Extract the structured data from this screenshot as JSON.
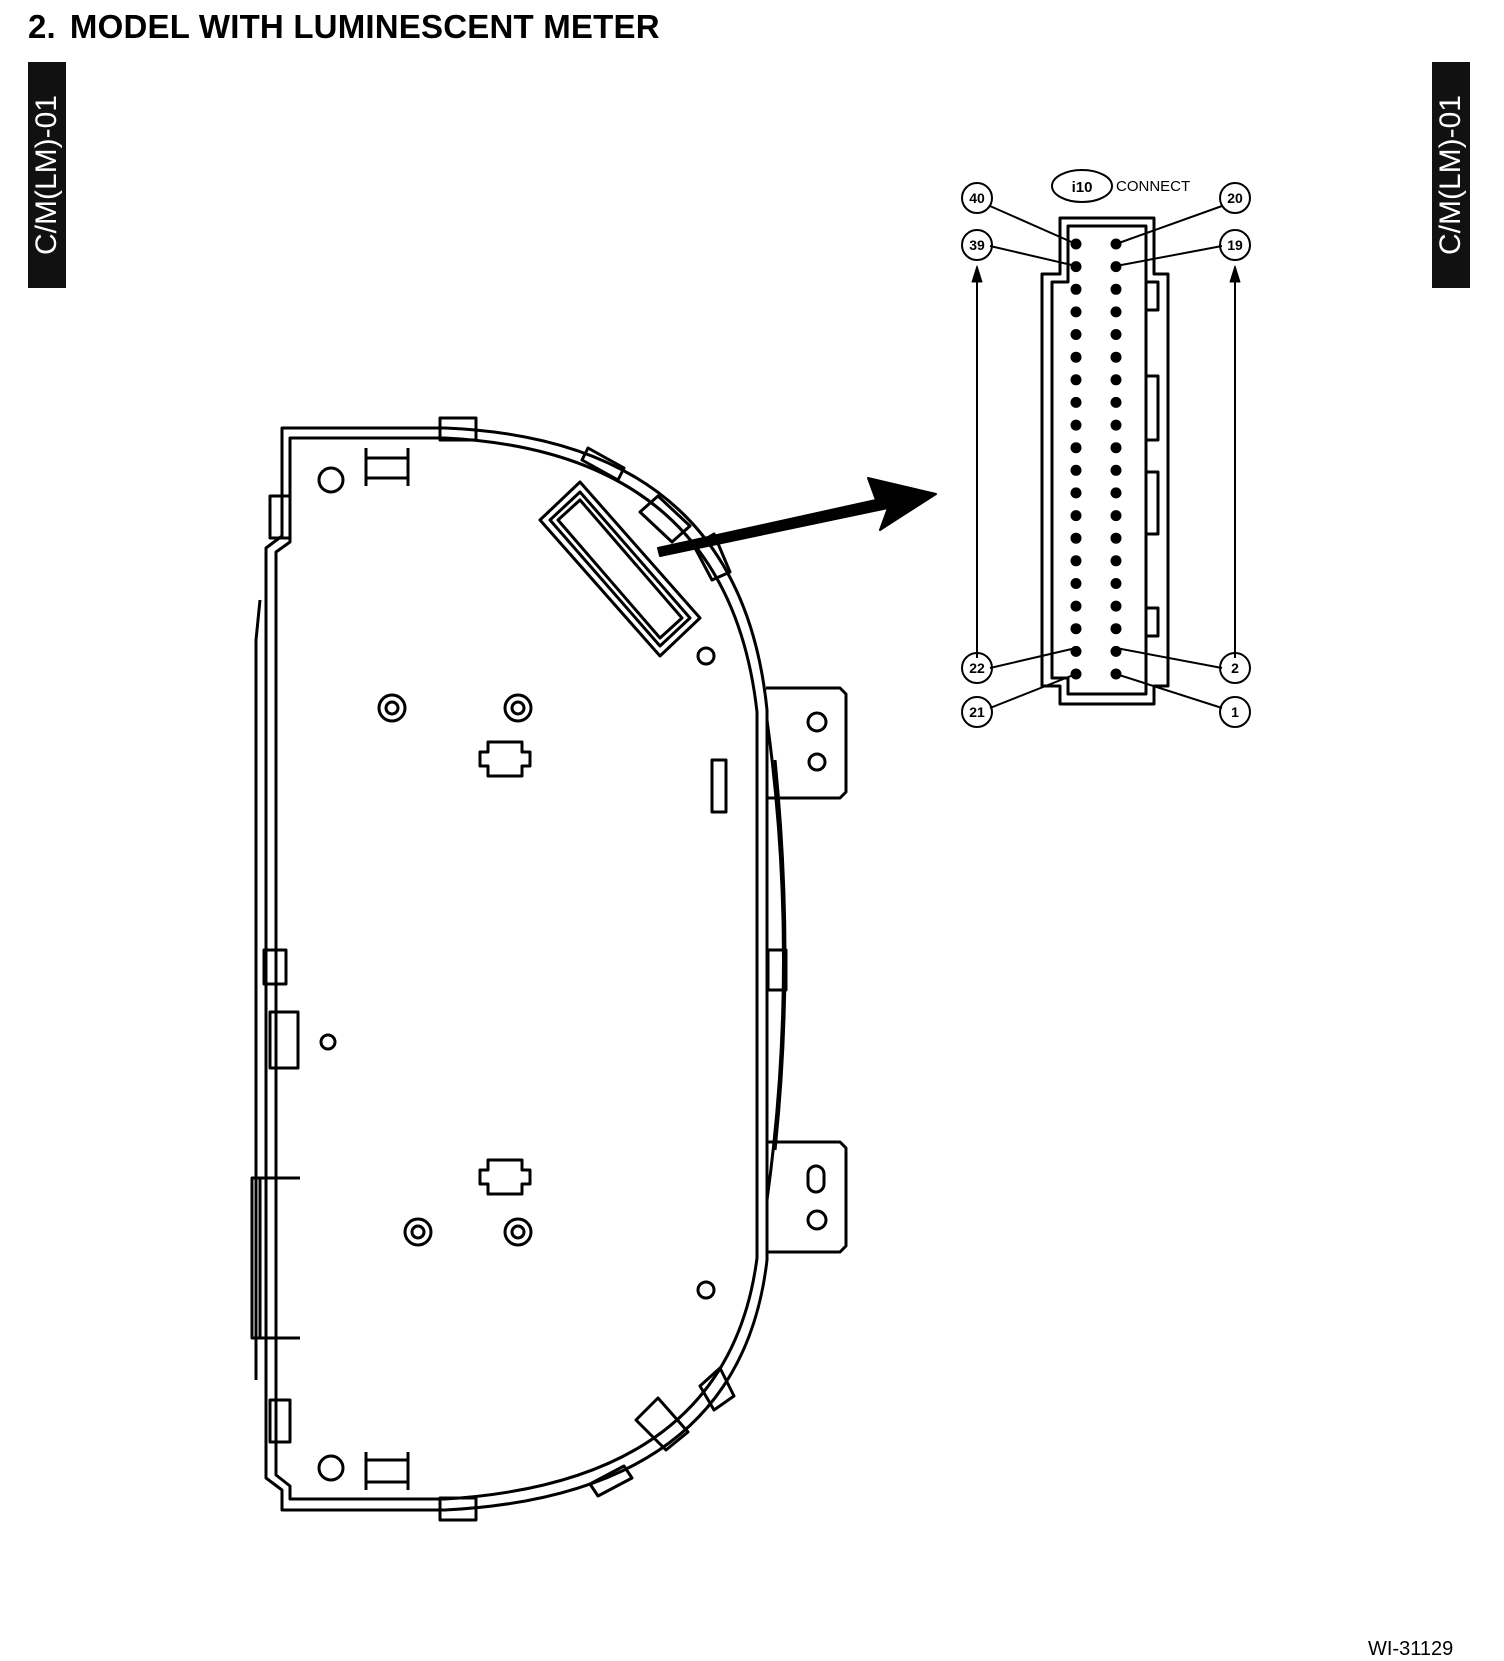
{
  "heading": {
    "number": "2.",
    "title": "MODEL WITH LUMINESCENT METER"
  },
  "side_tabs": {
    "left": "C/M(LM)-01",
    "right": "C/M(LM)-01"
  },
  "connector": {
    "id": "i10",
    "label": "CONNECT",
    "pin_callouts": {
      "top_left": "40",
      "second_left": "39",
      "bottom_upper_left": "22",
      "bottom_left": "21",
      "top_right": "20",
      "second_right": "19",
      "bottom_upper_right": "2",
      "bottom_right": "1"
    }
  },
  "figure_reference": "WI-31129"
}
